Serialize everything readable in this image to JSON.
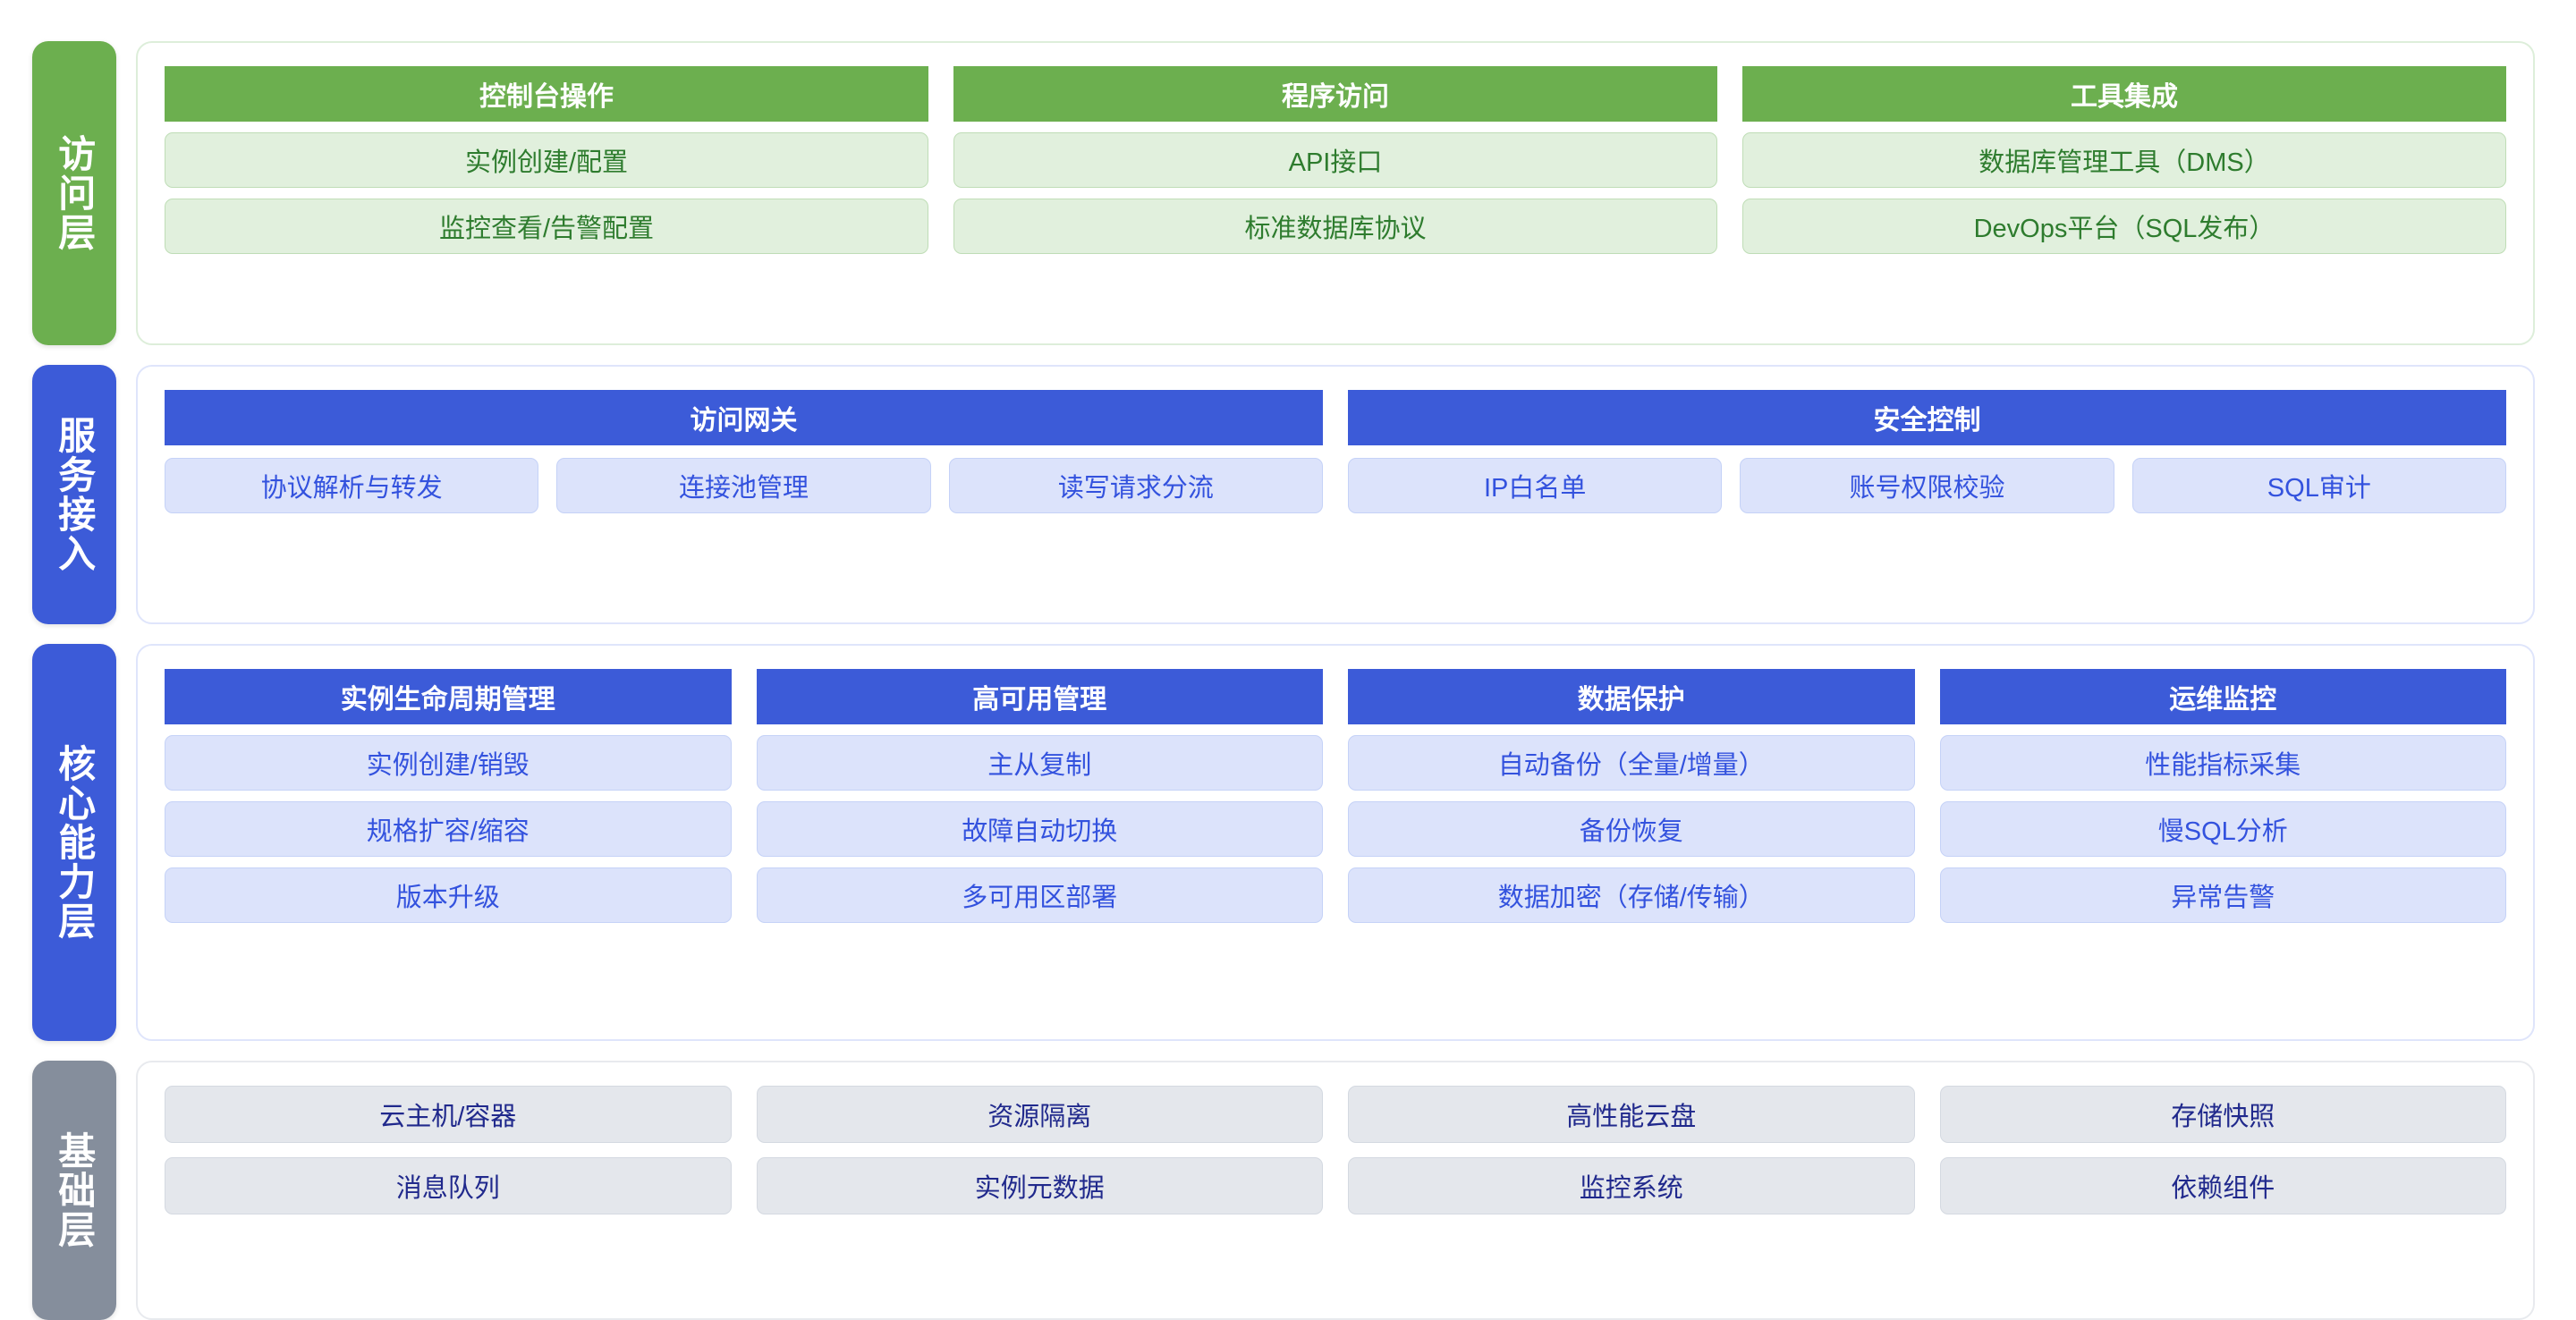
{
  "layers": [
    {
      "label": "访问层",
      "groups": [
        {
          "title": "控制台操作",
          "items": [
            "实例创建/配置",
            "监控查看/告警配置"
          ]
        },
        {
          "title": "程序访问",
          "items": [
            "API接口",
            "标准数据库协议"
          ]
        },
        {
          "title": "工具集成",
          "items": [
            "数据库管理工具（DMS）",
            "DevOps平台（SQL发布）"
          ]
        }
      ]
    },
    {
      "label": "服务接入",
      "groups": [
        {
          "title": "访问网关",
          "items": [
            "协议解析与转发",
            "连接池管理",
            "读写请求分流"
          ]
        },
        {
          "title": "安全控制",
          "items": [
            "IP白名单",
            "账号权限校验",
            "SQL审计"
          ]
        }
      ]
    },
    {
      "label": "核心能力层",
      "groups": [
        {
          "title": "实例生命周期管理",
          "items": [
            "实例创建/销毁",
            "规格扩容/缩容",
            "版本升级"
          ]
        },
        {
          "title": "高可用管理",
          "items": [
            "主从复制",
            "故障自动切换",
            "多可用区部署"
          ]
        },
        {
          "title": "数据保护",
          "items": [
            "自动备份（全量/增量）",
            "备份恢复",
            "数据加密（存储/传输）"
          ]
        },
        {
          "title": "运维监控",
          "items": [
            "性能指标采集",
            "慢SQL分析",
            "异常告警"
          ]
        }
      ]
    },
    {
      "label": "基础层",
      "rows": [
        [
          "云主机/容器",
          "资源隔离",
          "高性能云盘",
          "存储快照"
        ],
        [
          "消息队列",
          "实例元数据",
          "监控系统",
          "依赖组件"
        ]
      ]
    }
  ],
  "colors": {
    "green": "#6CAF4F",
    "green_light": "#E1F0DD",
    "blue": "#3C5BD8",
    "blue_light": "#DCE3FB",
    "gray": "#858E9C",
    "gray_light": "#E4E7EC"
  }
}
